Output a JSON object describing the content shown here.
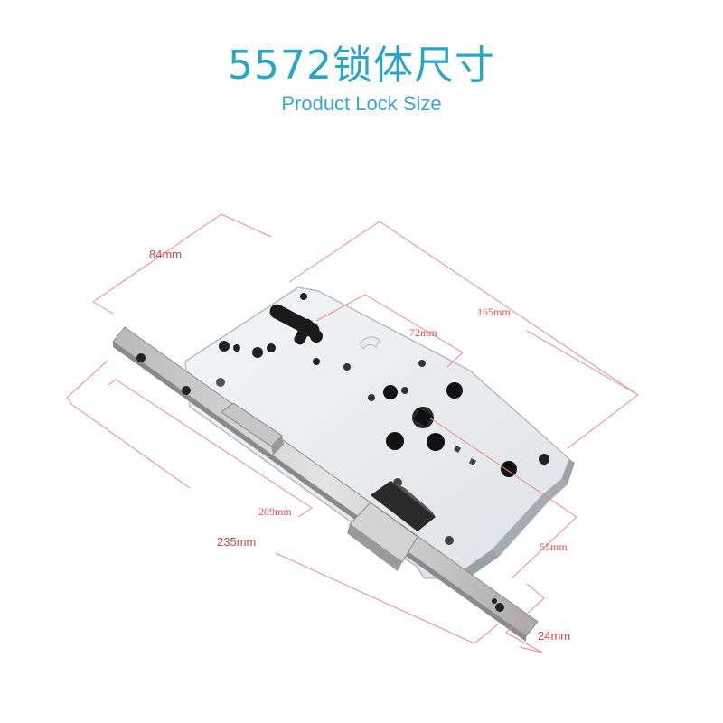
{
  "header": {
    "title": "5572锁体尺寸",
    "subtitle": "Product Lock Size"
  },
  "dimensions": {
    "width_top": "84mm",
    "length_body": "165mm",
    "hole_spacing": "72mm",
    "faceplate_inner": "209mm",
    "faceplate_outer": "235mm",
    "backset": "55mm",
    "faceplate_width": "24mm"
  },
  "colors": {
    "title": "#2aa5c8",
    "dimension_line": "#e57373",
    "lock_body": "#eceef0",
    "faceplate": "#c9c9c9"
  }
}
